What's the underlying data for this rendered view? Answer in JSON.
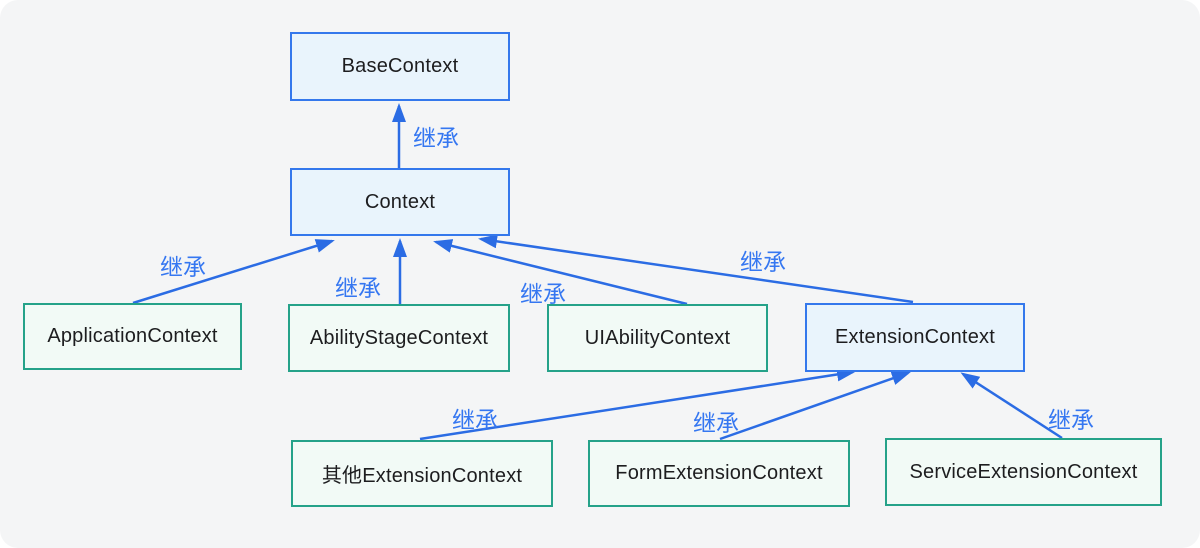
{
  "diagram": {
    "background": "#f4f5f6",
    "colors": {
      "blue_node_border": "#3478ec",
      "blue_node_fill": "#e9f4fc",
      "green_node_border": "#25a289",
      "green_node_fill": "#f2faf6",
      "arrow": "#2b6ce4",
      "edge_label_text": "#3577f1",
      "node_text": "#1d1d1f"
    },
    "nodes": [
      {
        "id": "base-context",
        "label": "BaseContext",
        "variant": "blue"
      },
      {
        "id": "context",
        "label": "Context",
        "variant": "blue"
      },
      {
        "id": "application-context",
        "label": "ApplicationContext",
        "variant": "green"
      },
      {
        "id": "ability-stage-context",
        "label": "AbilityStageContext",
        "variant": "green"
      },
      {
        "id": "uiability-context",
        "label": "UIAbilityContext",
        "variant": "green"
      },
      {
        "id": "extension-context",
        "label": "ExtensionContext",
        "variant": "blue"
      },
      {
        "id": "other-extension-context",
        "label": "其他ExtensionContext",
        "variant": "green"
      },
      {
        "id": "form-extension-context",
        "label": "FormExtensionContext",
        "variant": "green"
      },
      {
        "id": "service-extension-context",
        "label": "ServiceExtensionContext",
        "variant": "green"
      }
    ],
    "edges": [
      {
        "from": "Context",
        "to": "BaseContext",
        "label": "继承"
      },
      {
        "from": "ApplicationContext",
        "to": "Context",
        "label": "继承"
      },
      {
        "from": "AbilityStageContext",
        "to": "Context",
        "label": "继承"
      },
      {
        "from": "UIAbilityContext",
        "to": "Context",
        "label": "继承"
      },
      {
        "from": "ExtensionContext",
        "to": "Context",
        "label": "继承"
      },
      {
        "from": "其他ExtensionContext",
        "to": "ExtensionContext",
        "label": "继承"
      },
      {
        "from": "FormExtensionContext",
        "to": "ExtensionContext",
        "label": "继承"
      },
      {
        "from": "ServiceExtensionContext",
        "to": "ExtensionContext",
        "label": "继承"
      }
    ]
  }
}
